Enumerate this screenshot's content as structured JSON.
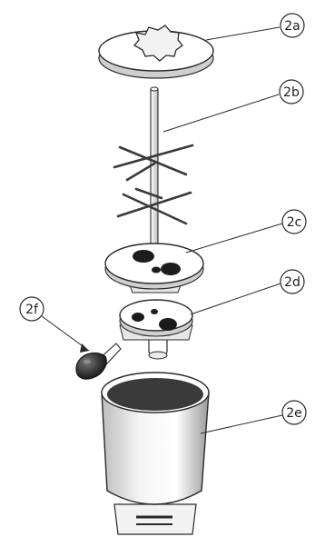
{
  "diagram": {
    "callouts": [
      {
        "id": "2a",
        "label": "2a"
      },
      {
        "id": "2b",
        "label": "2b"
      },
      {
        "id": "2c",
        "label": "2c"
      },
      {
        "id": "2d",
        "label": "2d"
      },
      {
        "id": "2e",
        "label": "2e"
      },
      {
        "id": "2f",
        "label": "2f"
      }
    ],
    "colors": {
      "line": "#2a2a2a",
      "fill": "#ffffff",
      "shade": "#d9d9d9",
      "dark": "#1c1c1c",
      "cup_inside": "#3a3a3a"
    }
  }
}
